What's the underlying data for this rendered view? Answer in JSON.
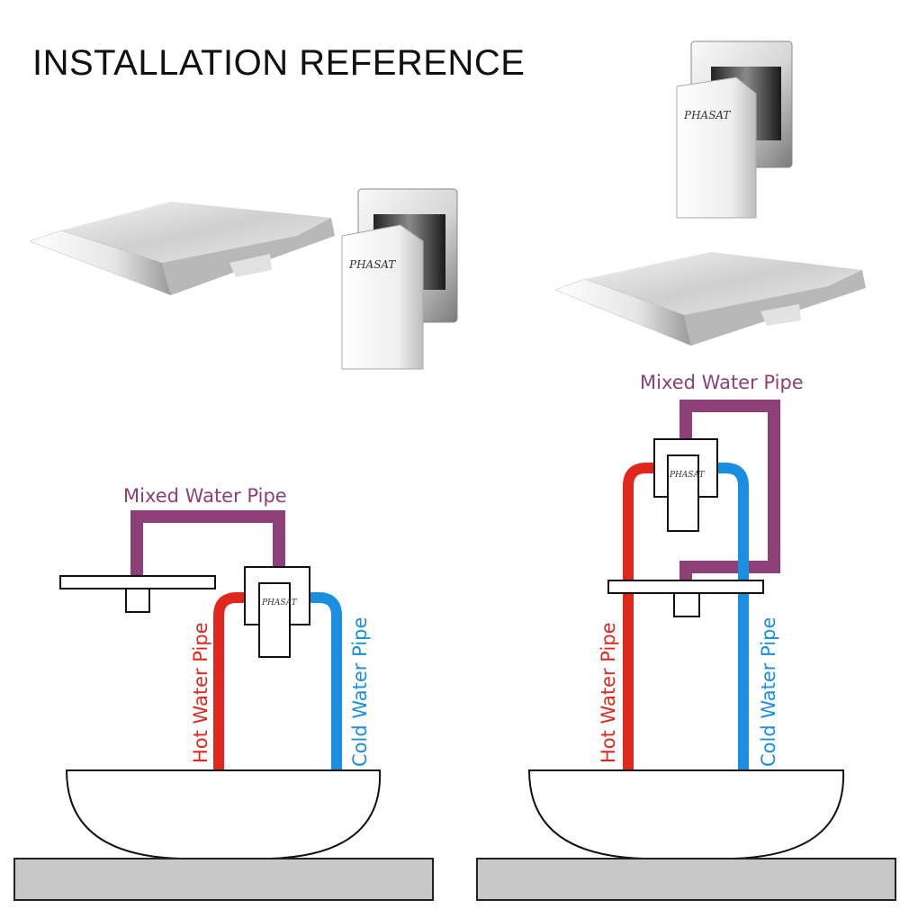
{
  "title": "INSTALLATION REFERENCE",
  "brand": "PHASAT",
  "labels": {
    "mixed_water_pipe": "Mixed Water Pipe",
    "hot_water_pipe": "Hot Water Pipe",
    "cold_water_pipe": "Cold Water Pipe"
  },
  "colors": {
    "hot": "#e0271e",
    "cold": "#1a8fe0",
    "mixed": "#8e3f78",
    "counter": "#c8c8c8",
    "chrome": "#d9d9d9"
  },
  "icons": [
    "waterfall-spout-icon",
    "mixer-valve-icon"
  ]
}
